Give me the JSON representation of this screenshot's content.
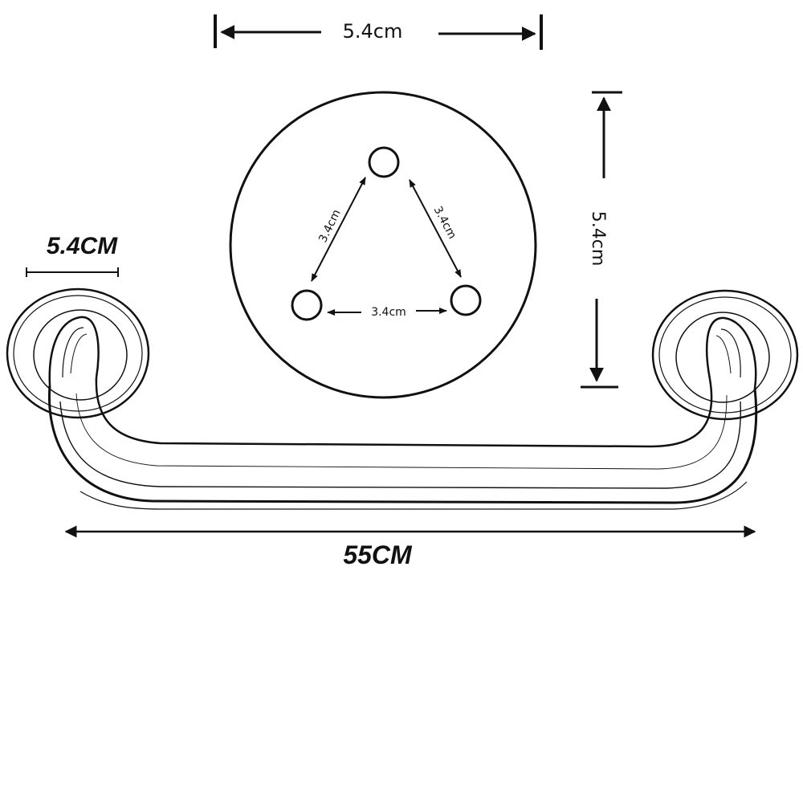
{
  "dimensions": {
    "plate_width_top": "5.4cm",
    "plate_height_right": "5.4cm",
    "hole_spacing_left": "3.4cm",
    "hole_spacing_right": "3.4cm",
    "hole_spacing_bottom": "3.4cm",
    "flange_diameter": "5.4CM",
    "bar_length": "55CM"
  },
  "colors": {
    "line": "#111111",
    "background": "#ffffff"
  }
}
